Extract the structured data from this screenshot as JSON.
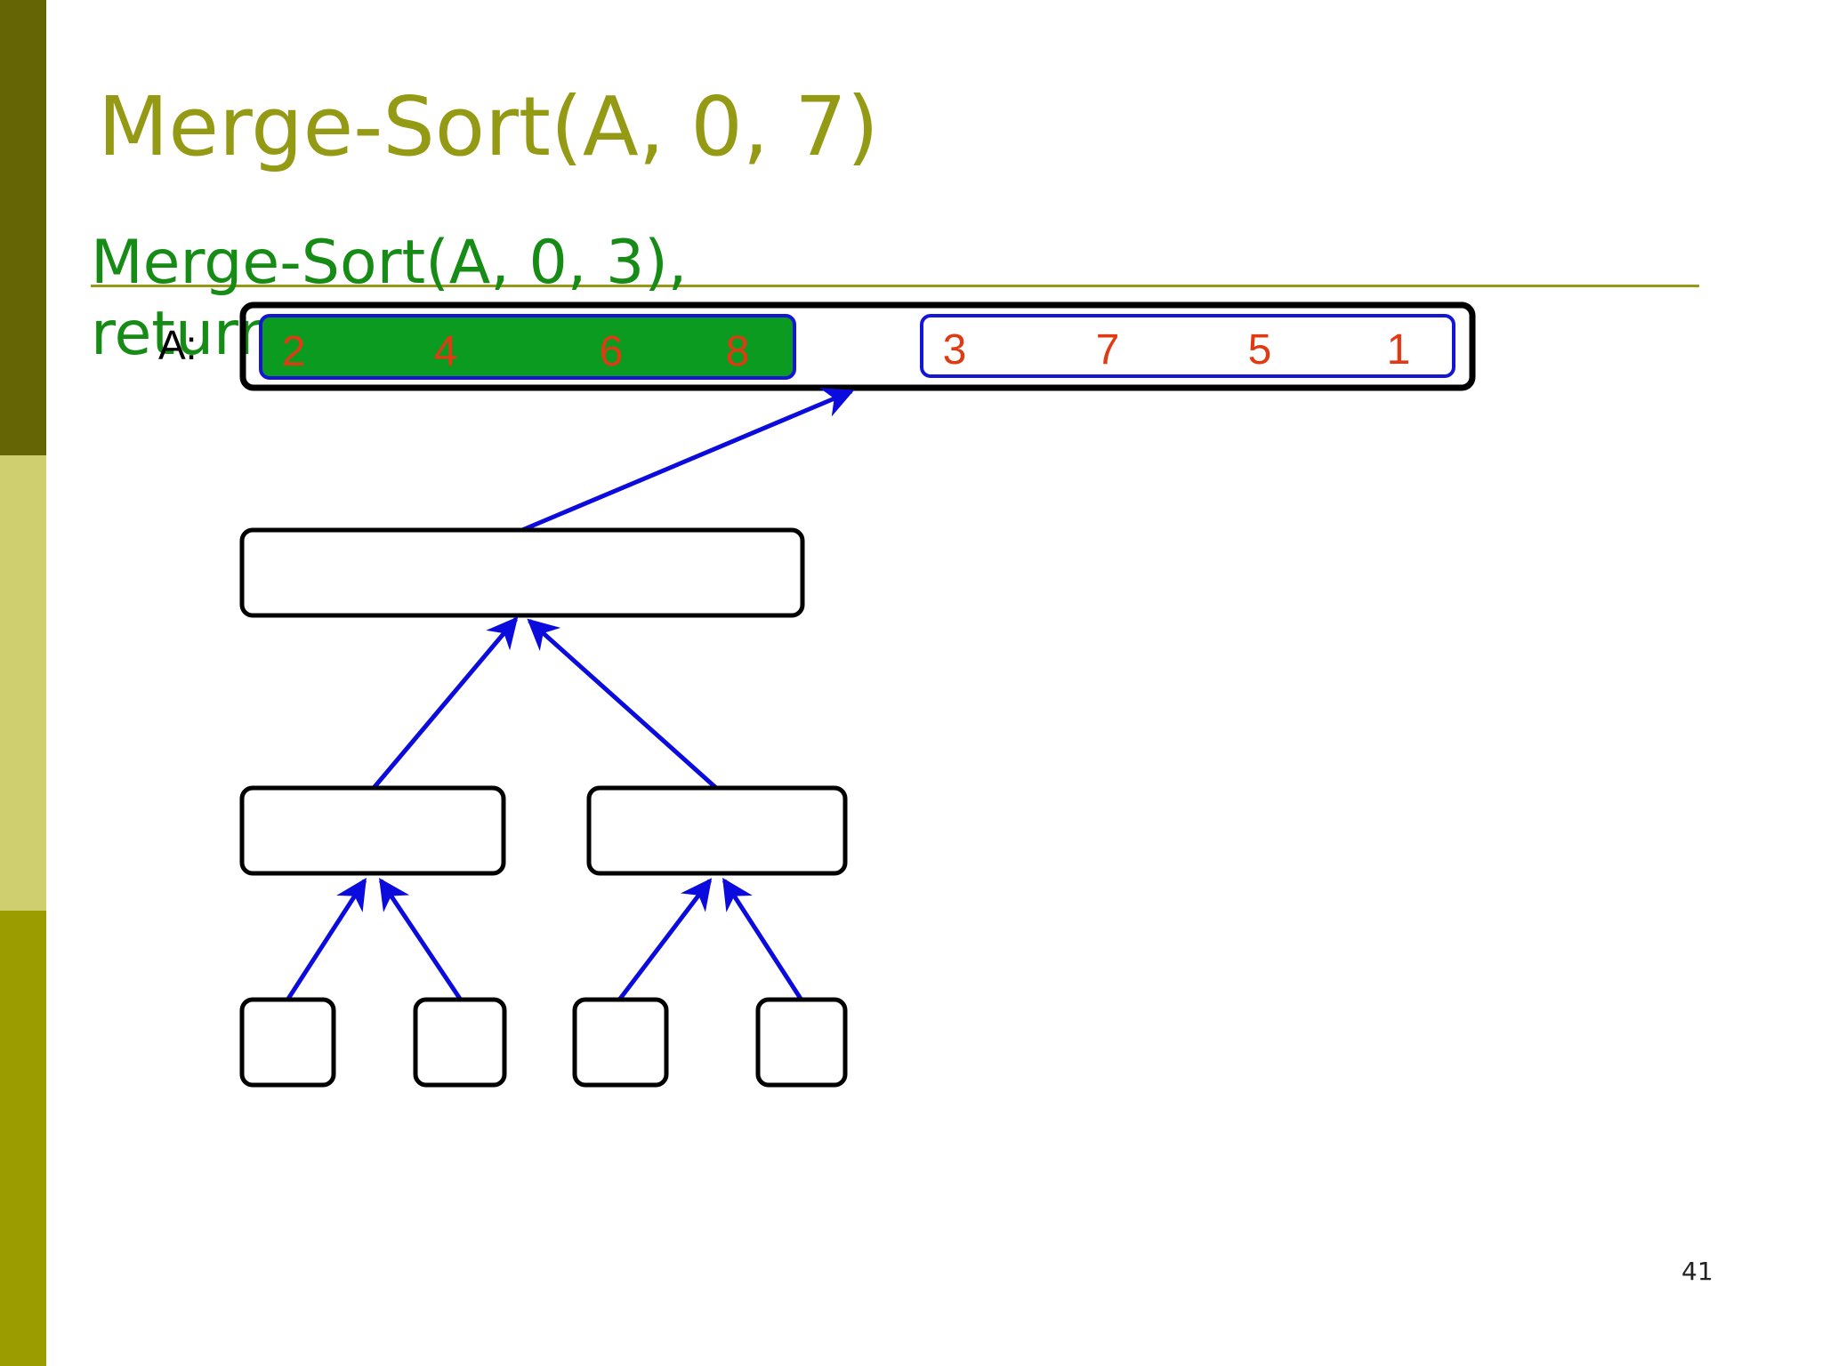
{
  "slide": {
    "title": "Merge-Sort(A, 0, 7)",
    "subtitle": "Merge-Sort(A, 0, 3), return",
    "page_number": "41"
  },
  "array": {
    "label": "A:",
    "left_half": [
      "2",
      "4",
      "6",
      "8"
    ],
    "right_half": [
      "3",
      "7",
      "5",
      "1"
    ],
    "left_half_state": "sorted (highlighted green)",
    "right_half_state": "unsorted"
  },
  "colors": {
    "title": "#959a14",
    "subtitle": "#168c16",
    "sorted_fill": "#0b9b21",
    "outline_blue": "#1515d6",
    "values": "#e13a12",
    "arrow": "#0b0bdd"
  }
}
